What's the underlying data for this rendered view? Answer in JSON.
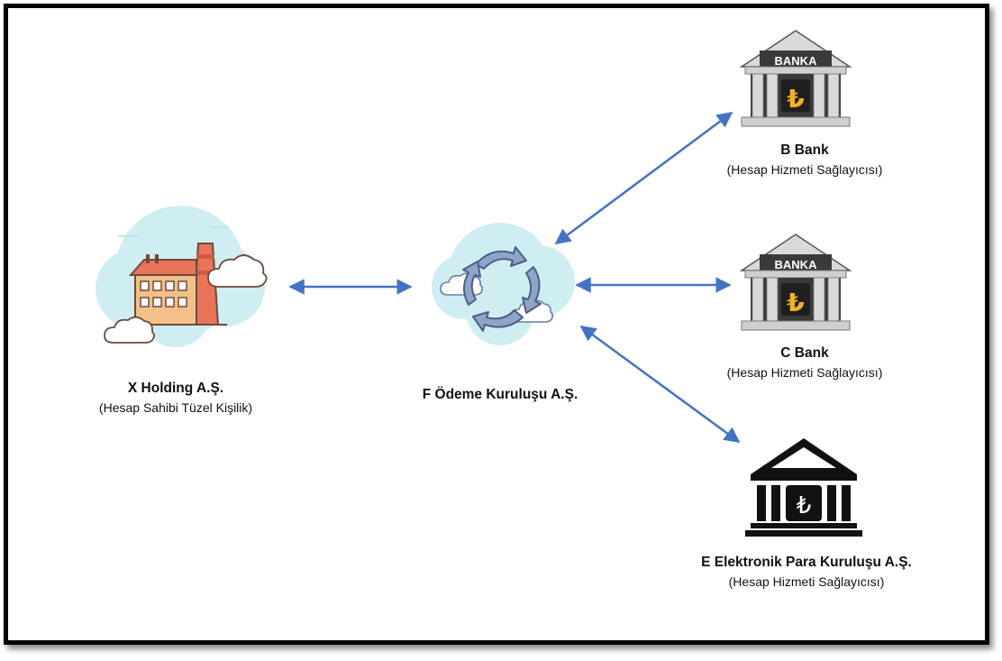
{
  "colors": {
    "arrow": "#4472c4",
    "cloud": "#cfeef2",
    "factory_wall": "#f3c08a",
    "factory_roof": "#e8745a",
    "arrows_icon": "#6b7fa8",
    "bank_stone": "#d9d9d9",
    "bank_dark": "#3a3a3a",
    "lira_gold": "#f0b323"
  },
  "nodes": {
    "holding": {
      "title": "X Holding A.Ş.",
      "subtitle": "(Hesap Sahibi Tüzel Kişilik)",
      "icon": "factory-cloud-icon"
    },
    "odeme": {
      "title": "F Ödeme Kuruluşu A.Ş.",
      "icon": "cloud-sync-icon"
    },
    "b_bank": {
      "title": "B Bank",
      "subtitle": "(Hesap Hizmeti Sağlayıcısı)",
      "icon": "bank-icon",
      "sign": "BANKA"
    },
    "c_bank": {
      "title": "C Bank",
      "subtitle": "(Hesap Hizmeti Sağlayıcısı)",
      "icon": "bank-icon",
      "sign": "BANKA"
    },
    "e_para": {
      "title": "E Elektronik Para Kuruluşu A.Ş.",
      "subtitle": "(Hesap Hizmeti Sağlayıcısı)",
      "icon": "institution-icon"
    }
  },
  "lira_symbol": "₺",
  "connections": [
    {
      "from": "holding",
      "to": "odeme",
      "direction": "both"
    },
    {
      "from": "odeme",
      "to": "b_bank",
      "direction": "both"
    },
    {
      "from": "odeme",
      "to": "c_bank",
      "direction": "both"
    },
    {
      "from": "odeme",
      "to": "e_para",
      "direction": "both"
    }
  ]
}
